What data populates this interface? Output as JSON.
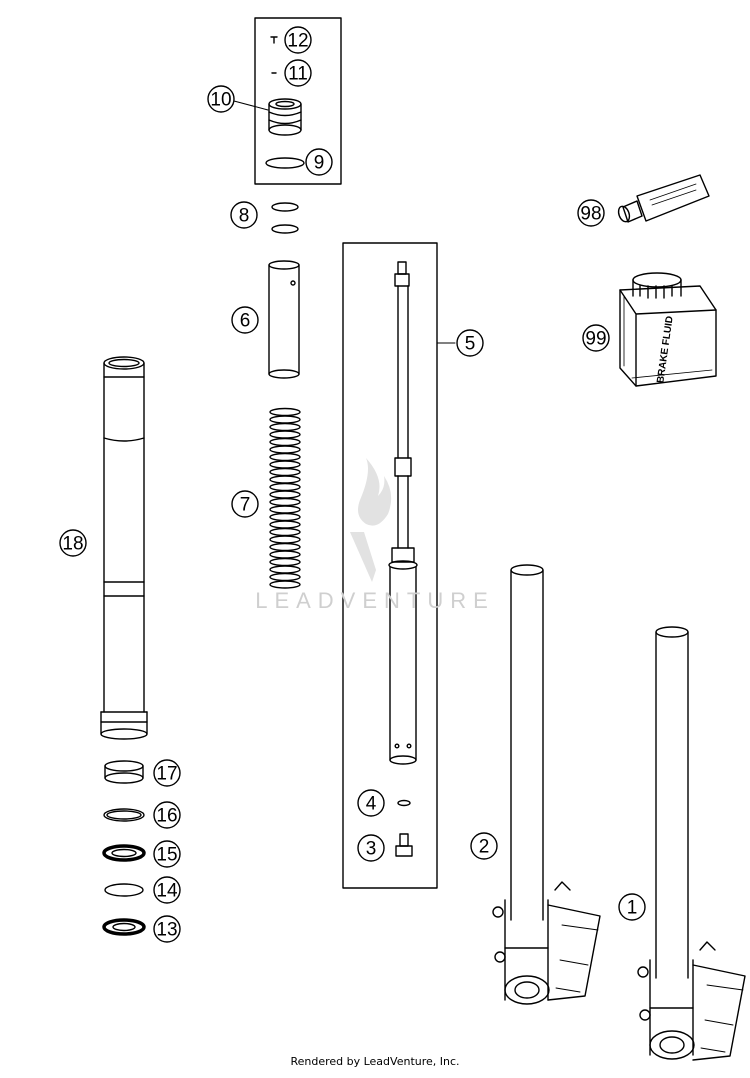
{
  "callouts": [
    "12",
    "11",
    "10",
    "9",
    "8",
    "6",
    "7",
    "5",
    "98",
    "99",
    "18",
    "17",
    "16",
    "15",
    "14",
    "13",
    "4",
    "3",
    "2",
    "1"
  ],
  "tube_label": "BRAKE FLUID",
  "watermark": "LEADVENTURE",
  "footer": "Rendered by LeadVenture, Inc."
}
